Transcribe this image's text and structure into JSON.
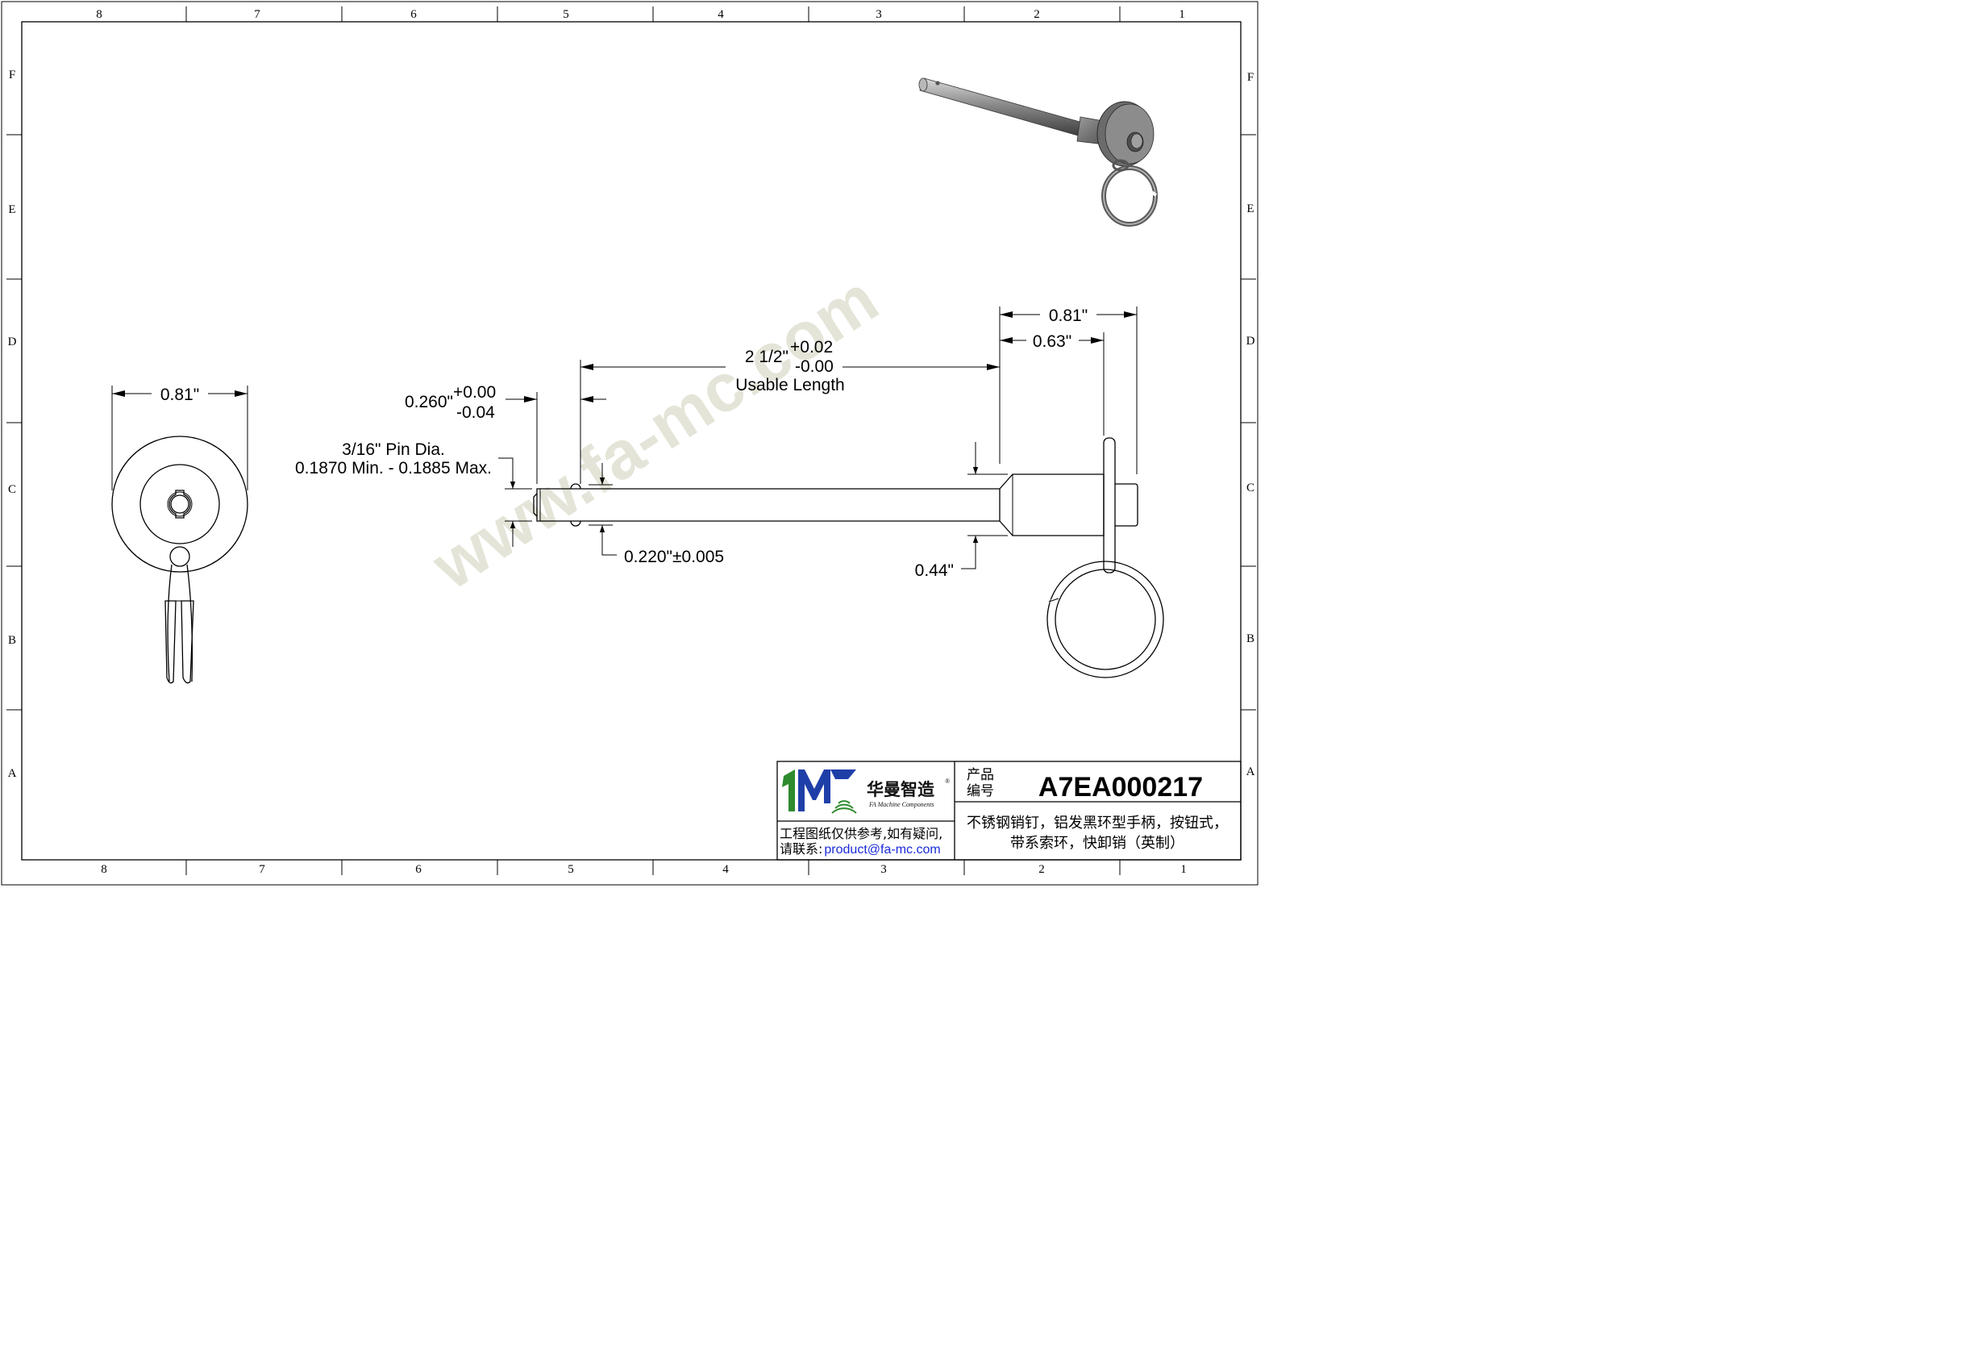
{
  "border": {
    "columns": [
      "8",
      "7",
      "6",
      "5",
      "4",
      "3",
      "2",
      "1"
    ],
    "rows": [
      "F",
      "E",
      "D",
      "C",
      "B",
      "A"
    ]
  },
  "watermark": "www.fa-mc.com",
  "front_view": {
    "diameter_label": "0.81\""
  },
  "side_view": {
    "pin_dia_line1": "3/16\" Pin Dia.",
    "pin_dia_line2": "0.1870 Min. - 0.1885 Max.",
    "tip_length_value": "0.260\"",
    "tip_length_tol_plus": "+0.00",
    "tip_length_tol_minus": "-0.04",
    "usable_length_value": "2 1/2\"",
    "usable_length_tol_plus": "+0.02",
    "usable_length_tol_minus": "-0.00",
    "usable_length_caption": "Usable Length",
    "ball_dia": "0.220\"±0.005",
    "body_dia": "0.44\"",
    "handle_overall": "0.81\"",
    "handle_flange": "0.63\""
  },
  "title_block": {
    "brand_cn": "华曼智造",
    "brand_reg": "®",
    "brand_en": "FA Machine Components",
    "note_line1": "工程图纸仅供参考,如有疑问,",
    "note_line2_prefix": "请联系:",
    "note_email": "product@fa-mc.com",
    "code_label_line1": "产品",
    "code_label_line2": "编号",
    "product_code": "A7EA000217",
    "description_line1": "不锈钢销钉，铝发黑环型手柄，按钮式，",
    "description_line2": "带系索环，快卸销（英制）"
  },
  "colors": {
    "logo_green": "#2e8b2e",
    "logo_blue": "#1f3fa8",
    "watermark": "#dcdccc",
    "email_link": "#1a2ad8"
  }
}
